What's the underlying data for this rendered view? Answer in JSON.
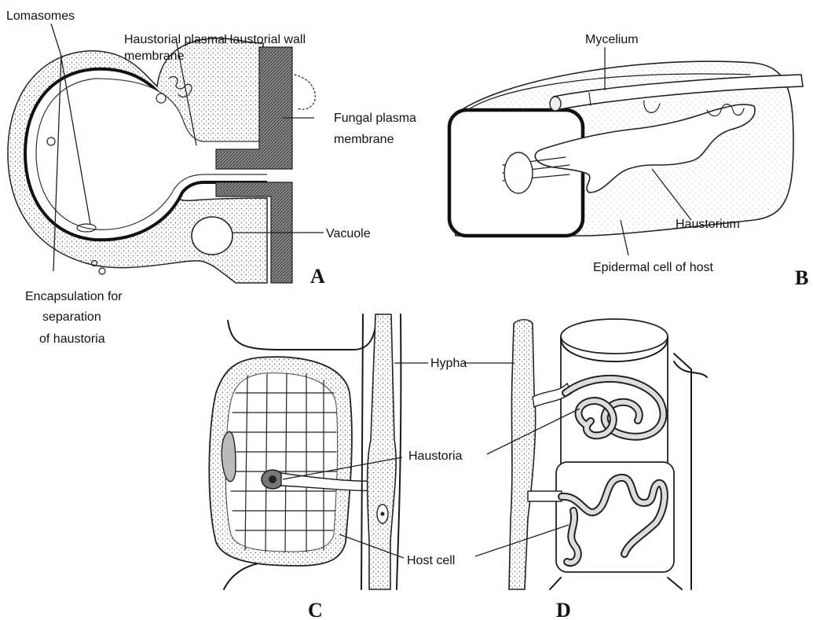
{
  "panels": {
    "A": {
      "letter": "A",
      "labels": {
        "lomasomes": "Lomasomes",
        "haustorial_plasma_membrane_1": "Haustorial plasma",
        "haustorial_plasma_membrane_2": "membrane",
        "haustorial_wall": "Haustorial wall",
        "fungal_plasma_membrane_1": "Fungal plasma",
        "fungal_plasma_membrane_2": "membrane",
        "vacuole": "Vacuole",
        "encapsulation_1": "Encapsulation for",
        "encapsulation_2": "separation",
        "encapsulation_3": "of haustoria"
      }
    },
    "B": {
      "letter": "B",
      "labels": {
        "mycelium": "Mycelium",
        "haustorium": "Haustorium",
        "epidermal_cell": "Epidermal cell of host"
      }
    },
    "C": {
      "letter": "C",
      "labels": {
        "hypha": "Hypha",
        "haustoria": "Haustoria",
        "host_cell": "Host cell"
      }
    },
    "D": {
      "letter": "D"
    }
  }
}
